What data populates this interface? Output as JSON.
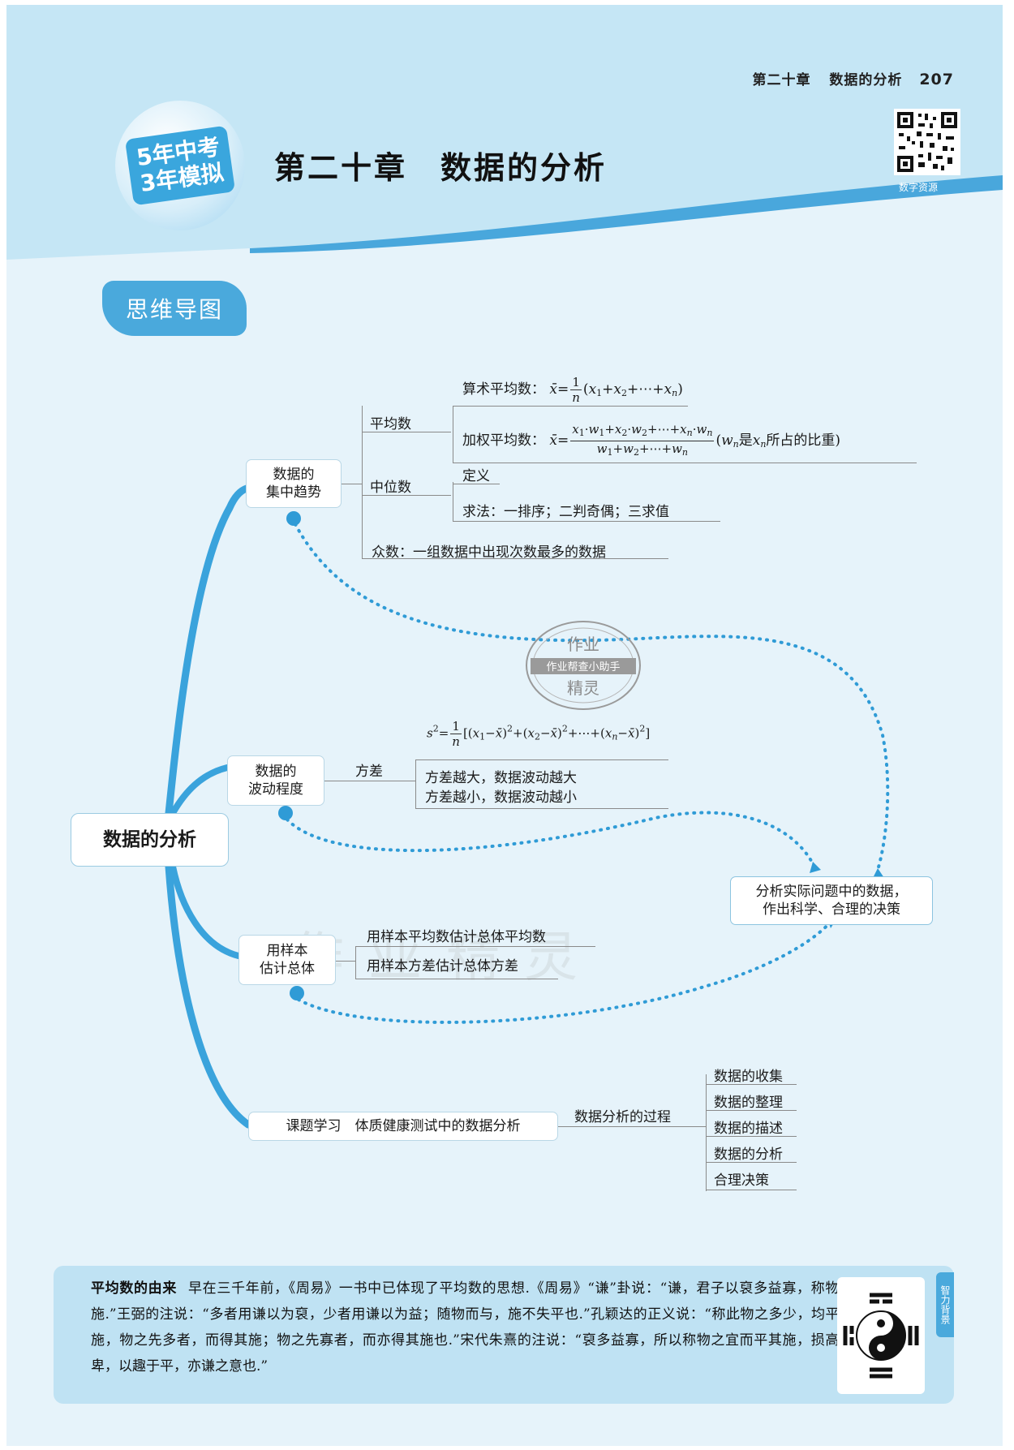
{
  "header": {
    "running_chapter": "第二十章",
    "running_title": "数据的分析",
    "page_number": "207",
    "logo_line1": "5年中考",
    "logo_line2": "3年模拟",
    "chapter_title": "第二十章　数据的分析",
    "qr_label": "数字资源",
    "section_tab": "思维导图"
  },
  "mindmap": {
    "root": "数据的分析",
    "central_tendency": {
      "label_line1": "数据的",
      "label_line2": "集中趋势",
      "mean": "平均数",
      "arithmetic_mean_label": "算术平均数：",
      "weighted_mean_label": "加权平均数：",
      "weight_note": "所占的比重)",
      "median": "中位数",
      "median_def": "定义",
      "median_method": "求法：一排序；二判奇偶；三求值",
      "mode": "众数：一组数据中出现次数最多的数据"
    },
    "dispersion": {
      "label_line1": "数据的",
      "label_line2": "波动程度",
      "variance": "方差",
      "variance_big": "方差越大，数据波动越大",
      "variance_small": "方差越小，数据波动越小"
    },
    "sampling": {
      "label_line1": "用样本",
      "label_line2": "估计总体",
      "item1": "用样本平均数估计总体平均数",
      "item2": "用样本方差估计总体方差"
    },
    "decision": {
      "line1": "分析实际问题中的数据，",
      "line2": "作出科学、合理的决策"
    },
    "project": {
      "label": "课题学习　体质健康测试中的数据分析",
      "process": "数据分析的过程",
      "steps": [
        "数据的收集",
        "数据的整理",
        "数据的描述",
        "数据的分析",
        "合理决策"
      ]
    }
  },
  "stamp": {
    "top": "作业",
    "middle": "作业帮查小助手",
    "bottom": "精灵"
  },
  "watermark": "作业精灵",
  "note": {
    "title": "平均数的由来",
    "body": "早在三千年前，《周易》一书中已体现了平均数的思想.《周易》“谦”卦说：“谦，君子以裒多益寡，称物平施.”王弼的注说：“多者用谦以为裒，少者用谦以为益；随物而与，施不失平也.”孔颖达的正义说：“称此物之多少，均平而施，物之先多者，而得其施；物之先寡者，而亦得其施也.”宋代朱熹的注说：“裒多益寡，所以称物之宜而平其施，损高增卑，以趣于平，亦谦之意也.”",
    "side_tab": "智力背景"
  },
  "colors": {
    "accent": "#4aa9dc",
    "dotted": "#2f9bd6",
    "page_bg": "#e6f3fa",
    "note_bg": "#bfe2f3"
  }
}
